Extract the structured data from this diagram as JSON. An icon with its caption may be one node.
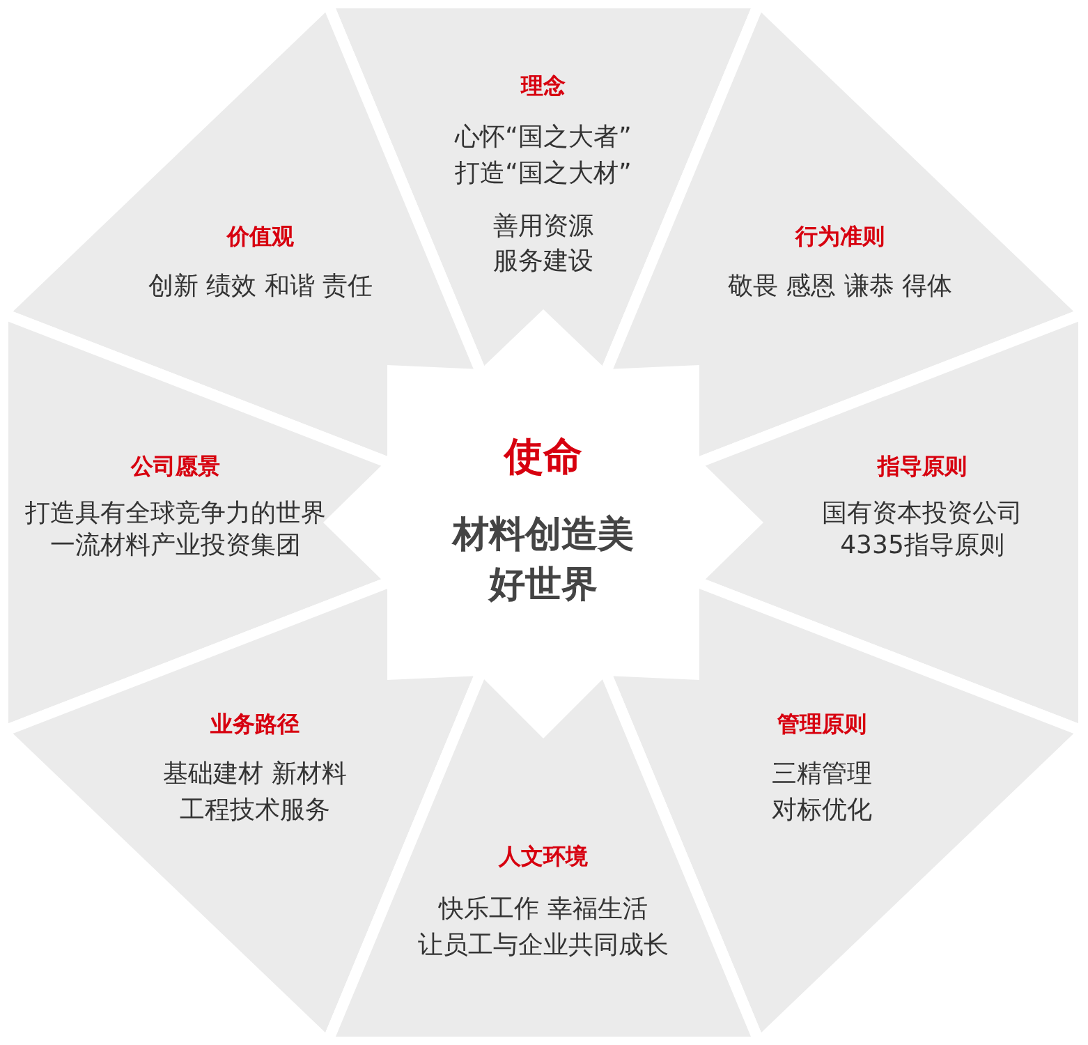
{
  "diagram": {
    "nodes": [
      {
        "text": [
          "理念",
          "心怀“国之大者”",
          "打造“国之大材”",
          "善用资源",
          "服务建设"
        ]
      },
      {
        "text": [
          "价值观",
          "创新 绩效 和谐 责任"
        ]
      },
      {
        "text": [
          "行为准则",
          "敬畏 感恩 谦恭 得体"
        ]
      },
      {
        "text": [
          "公司愿景",
          "打造具有全球竞争力的世界一流材料产业投资集团"
        ]
      },
      {
        "text": [
          "使命",
          "材料创造美好世界"
        ]
      },
      {
        "text": [
          "指导原则",
          "国有资本投资公司4335指导原则"
        ]
      },
      {
        "text": [
          "业务路径",
          "基础建材 新材料",
          "工程技术服务"
        ]
      },
      {
        "text": [
          "管理原则",
          "三精管理",
          "对标优化"
        ]
      },
      {
        "text": [
          "人文环境",
          "快乐工作 幸福生活",
          "让员工与企业共同成长"
        ]
      }
    ]
  }
}
